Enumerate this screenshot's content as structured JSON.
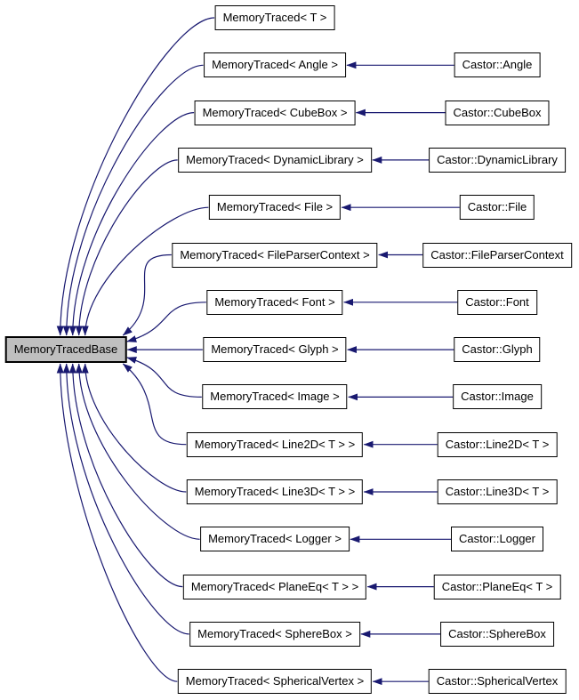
{
  "diagram": {
    "root_label": "MemoryTracedBase",
    "colors": {
      "edge": "#191970",
      "root_fill": "#bfbfbf",
      "node_fill": "#ffffff",
      "border": "#000000",
      "text": "#000000",
      "background": "#ffffff"
    },
    "rows": [
      {
        "memory": "MemoryTraced< T >",
        "castor": null
      },
      {
        "memory": "MemoryTraced< Angle >",
        "castor": "Castor::Angle"
      },
      {
        "memory": "MemoryTraced< CubeBox >",
        "castor": "Castor::CubeBox"
      },
      {
        "memory": "MemoryTraced< DynamicLibrary >",
        "castor": "Castor::DynamicLibrary"
      },
      {
        "memory": "MemoryTraced< File >",
        "castor": "Castor::File"
      },
      {
        "memory": "MemoryTraced< FileParserContext >",
        "castor": "Castor::FileParserContext"
      },
      {
        "memory": "MemoryTraced< Font >",
        "castor": "Castor::Font"
      },
      {
        "memory": "MemoryTraced< Glyph >",
        "castor": "Castor::Glyph"
      },
      {
        "memory": "MemoryTraced< Image >",
        "castor": "Castor::Image"
      },
      {
        "memory": "MemoryTraced< Line2D< T > >",
        "castor": "Castor::Line2D< T >"
      },
      {
        "memory": "MemoryTraced< Line3D< T > >",
        "castor": "Castor::Line3D< T >"
      },
      {
        "memory": "MemoryTraced< Logger >",
        "castor": "Castor::Logger"
      },
      {
        "memory": "MemoryTraced< PlaneEq< T > >",
        "castor": "Castor::PlaneEq< T >"
      },
      {
        "memory": "MemoryTraced< SphereBox >",
        "castor": "Castor::SphereBox"
      },
      {
        "memory": "MemoryTraced< SphericalVertex >",
        "castor": "Castor::SphericalVertex"
      }
    ]
  }
}
